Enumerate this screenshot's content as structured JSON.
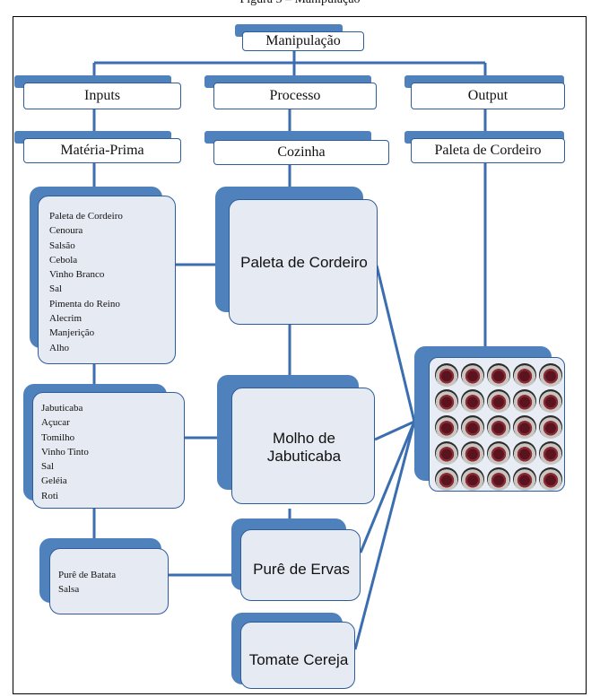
{
  "caption": "Figura 5 – Manipulação",
  "root": {
    "label": "Manipulação"
  },
  "columns": [
    {
      "header": "Inputs",
      "sub": "Matéria-Prima"
    },
    {
      "header": "Processo",
      "sub": "Cozinha"
    },
    {
      "header": "Output",
      "sub": "Paleta de Cordeiro"
    }
  ],
  "ingredients": [
    {
      "items": [
        "Paleta de Cordeiro",
        "Cenoura",
        "Salsão",
        "Cebola",
        "Vinho Branco",
        "Sal",
        "Pimenta do Reino",
        "Alecrim",
        "Manjerição",
        "Alho"
      ]
    },
    {
      "items": [
        "Jabuticaba",
        "Açucar",
        "Tomilho",
        "Vinho Tinto",
        "Sal",
        "Geléia",
        "Roti"
      ]
    },
    {
      "items": [
        "Purê de Batata",
        "Salsa"
      ]
    }
  ],
  "process_steps": [
    "Paleta de Cordeiro",
    "Molho de Jabuticaba",
    "Purê de Ervas",
    "Tomate Cereja"
  ],
  "output_image": {
    "icon": "plated-dish-photo-grid"
  },
  "colors": {
    "accent": "#4f81bd",
    "border": "#2f5d99",
    "card_fill": "#e6eaf3",
    "line": "#3b6eb0"
  }
}
